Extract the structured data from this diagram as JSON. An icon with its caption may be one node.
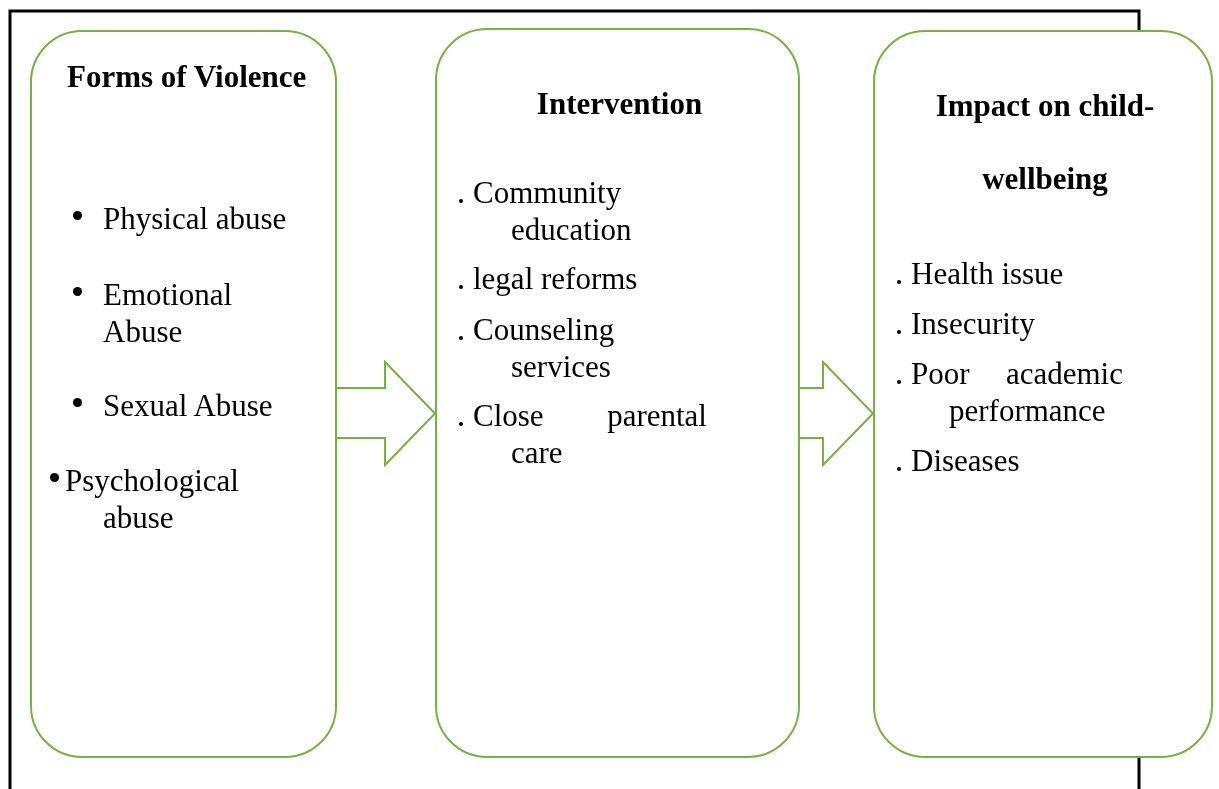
{
  "diagram": {
    "nodes": [
      {
        "text": [
          "Forms of Violence",
          "Physical abuse",
          "Emotional Abuse",
          "Sexual Abuse",
          "Psychological abuse"
        ]
      },
      {
        "text": [
          "Intervention",
          "Community education",
          "legal reforms",
          "Counseling services",
          "Close parental care"
        ]
      },
      {
        "text": [
          "Impact on child- wellbeing",
          "Health issue",
          "Insecurity",
          "Poor academic performance",
          "Diseases"
        ]
      }
    ],
    "edges": [
      {
        "from": 0,
        "to": 1,
        "arrow": "to"
      },
      {
        "from": 1,
        "to": 2,
        "arrow": "to"
      }
    ]
  }
}
